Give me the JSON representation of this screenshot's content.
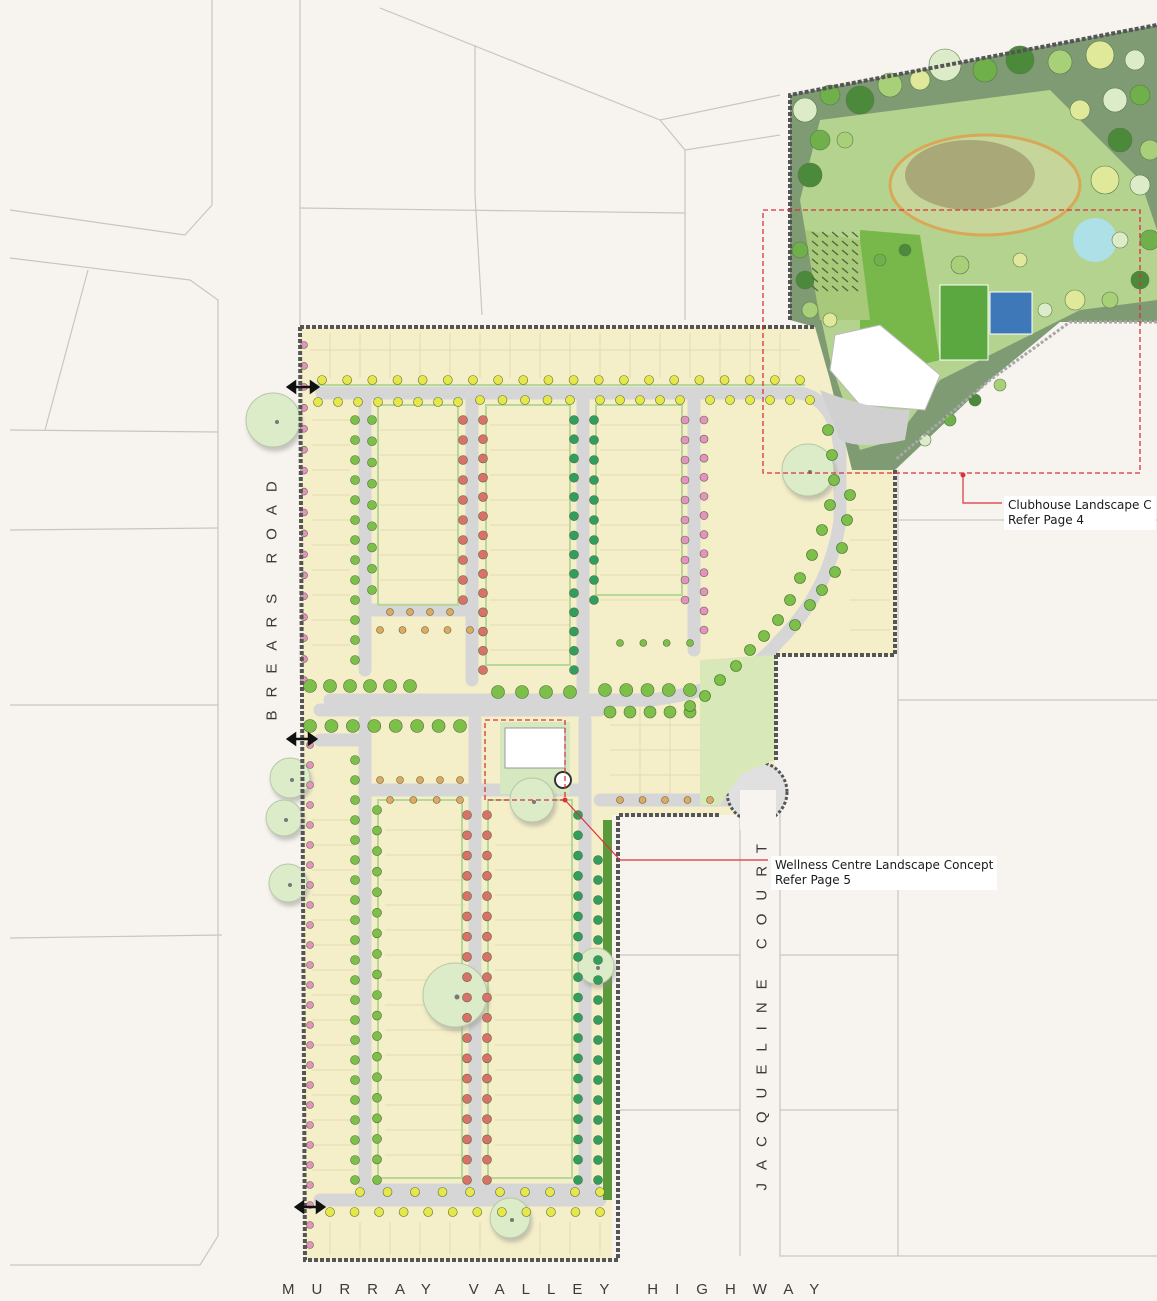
{
  "roads": {
    "brears": "BREARS ROAD",
    "jacqueline": "JACQUELINE COURT",
    "murray": "MURRAY VALLEY HIGHWAY"
  },
  "callouts": {
    "clubhouse": {
      "line1": "Clubhouse Landscape C",
      "line2": "Refer Page 4"
    },
    "wellness": {
      "line1": "Wellness Centre Landscape Concept",
      "line2": "Refer Page 5"
    }
  },
  "colors": {
    "background": "#f7f4ef",
    "lot": "#f5efc9",
    "road": "#d6d6d6",
    "verge": "#b8d89a",
    "tree_yellow": "#e6e84a",
    "tree_green": "#7cc04a",
    "tree_red": "#d9706a",
    "tree_pink": "#e592c2",
    "tree_teal": "#2f9e5e",
    "callout_red": "#d9323a",
    "boundary": "#555555"
  }
}
